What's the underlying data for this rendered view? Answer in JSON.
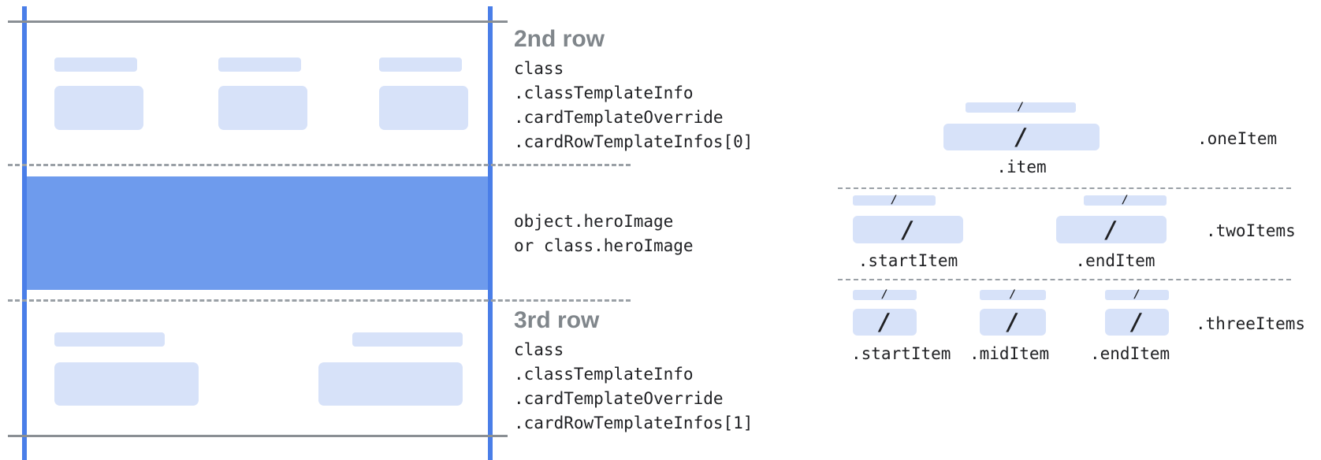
{
  "palette": {
    "accent_blue": "#4a7ee8",
    "hero_blue": "#6e9bed",
    "placeholder_blue": "#d7e2f9",
    "solid_line_gray": "#8a8f94",
    "dashed_line_gray": "#9aa0a6",
    "heading_gray": "#80868b",
    "code_text": "#202124"
  },
  "card_diagram": {
    "second_row": {
      "heading": "2nd row",
      "code_lines": [
        "class",
        ".classTemplateInfo",
        ".cardTemplateOverride",
        ".cardRowTemplateInfos[0]"
      ]
    },
    "hero_image": {
      "code_lines": [
        "object.heroImage",
        "or class.heroImage"
      ]
    },
    "third_row": {
      "heading": "3rd row",
      "code_lines": [
        "class",
        ".classTemplateInfo",
        ".cardTemplateOverride",
        ".cardRowTemplateInfos[1]"
      ]
    }
  },
  "row_templates": {
    "slash": "/",
    "one_item": {
      "row_label": ".oneItem",
      "captions": [
        ".item"
      ]
    },
    "two_items": {
      "row_label": ".twoItems",
      "captions": [
        ".startItem",
        ".endItem"
      ]
    },
    "three_items": {
      "row_label": ".threeItems",
      "captions": [
        ".startItem",
        ".midItem",
        ".endItem"
      ]
    }
  }
}
